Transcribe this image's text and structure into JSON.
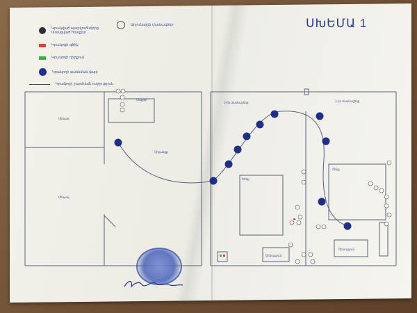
{
  "document": {
    "title": "ՍԽԵՄԱ 1"
  },
  "legend": [
    {
      "symbol": "dot-dark-icon",
      "text": "Կրակված պարկուճներից ստացված հետքեր"
    },
    {
      "symbol": "dot-open-icon",
      "text": "Արյունային փառակներ"
    },
    {
      "symbol": "red-bar-icon",
      "text": "Կրակոցի գծիկ"
    },
    {
      "symbol": "green-bar-icon",
      "text": "Կրակողի դիրքում"
    },
    {
      "symbol": "blue-dot-icon",
      "text": "Կրակողի գանձման վայր"
    },
    {
      "symbol": "line-sample-icon",
      "text": "Կրակողի շարժման ուղղություն"
    }
  ],
  "plan_labels": {
    "room_top_left": "Շենքեր",
    "corridor": "Միջանցք",
    "room_left": "Սենյակ",
    "room_left_lower": "Սենյակ",
    "yard_a": "1-ին մասնաշենք",
    "yard_b": "2-րդ մասնաշենք",
    "building_a": "Շենք",
    "building_b": "Շենք",
    "bottom_box_a": "Շինություն",
    "bottom_box_b": "Շինություն"
  },
  "colors": {
    "ink": "#3a4a8a",
    "marker_blue": "#1f2f86",
    "stamp": "#4a63b8",
    "legend_red": "#e0403a",
    "legend_green": "#38b04a"
  }
}
